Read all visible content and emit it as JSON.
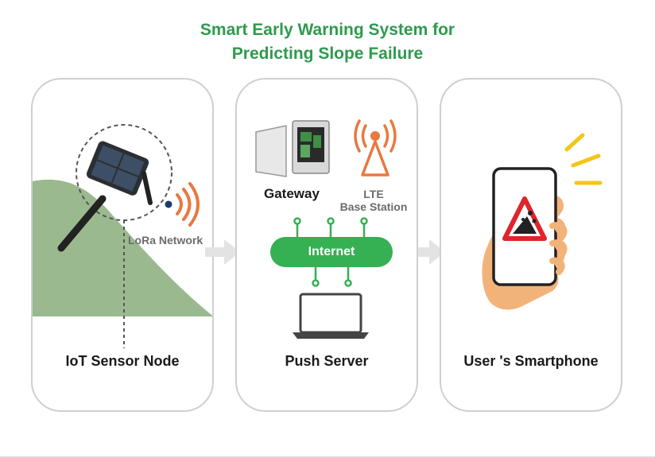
{
  "title": {
    "line1": "Smart Early Warning System for",
    "line2": "Predicting Slope Failure"
  },
  "panels": {
    "sensor": {
      "caption": "IoT Sensor Node",
      "network_label": "LoRa Network"
    },
    "server": {
      "caption": "Push Server",
      "gateway_label": "Gateway",
      "lte_label_line1": "LTE",
      "lte_label_line2": "Base Station",
      "internet_label": "Internet"
    },
    "phone": {
      "caption": "User 's Smartphone"
    }
  },
  "colors": {
    "title_green": "#2e9a4e",
    "internet_green": "#35b052",
    "signal_orange": "#e8793f",
    "slope_green": "#9bb98f",
    "warning_red": "#e0242b",
    "alert_yellow": "#f5c518",
    "skin": "#f2b37a"
  }
}
